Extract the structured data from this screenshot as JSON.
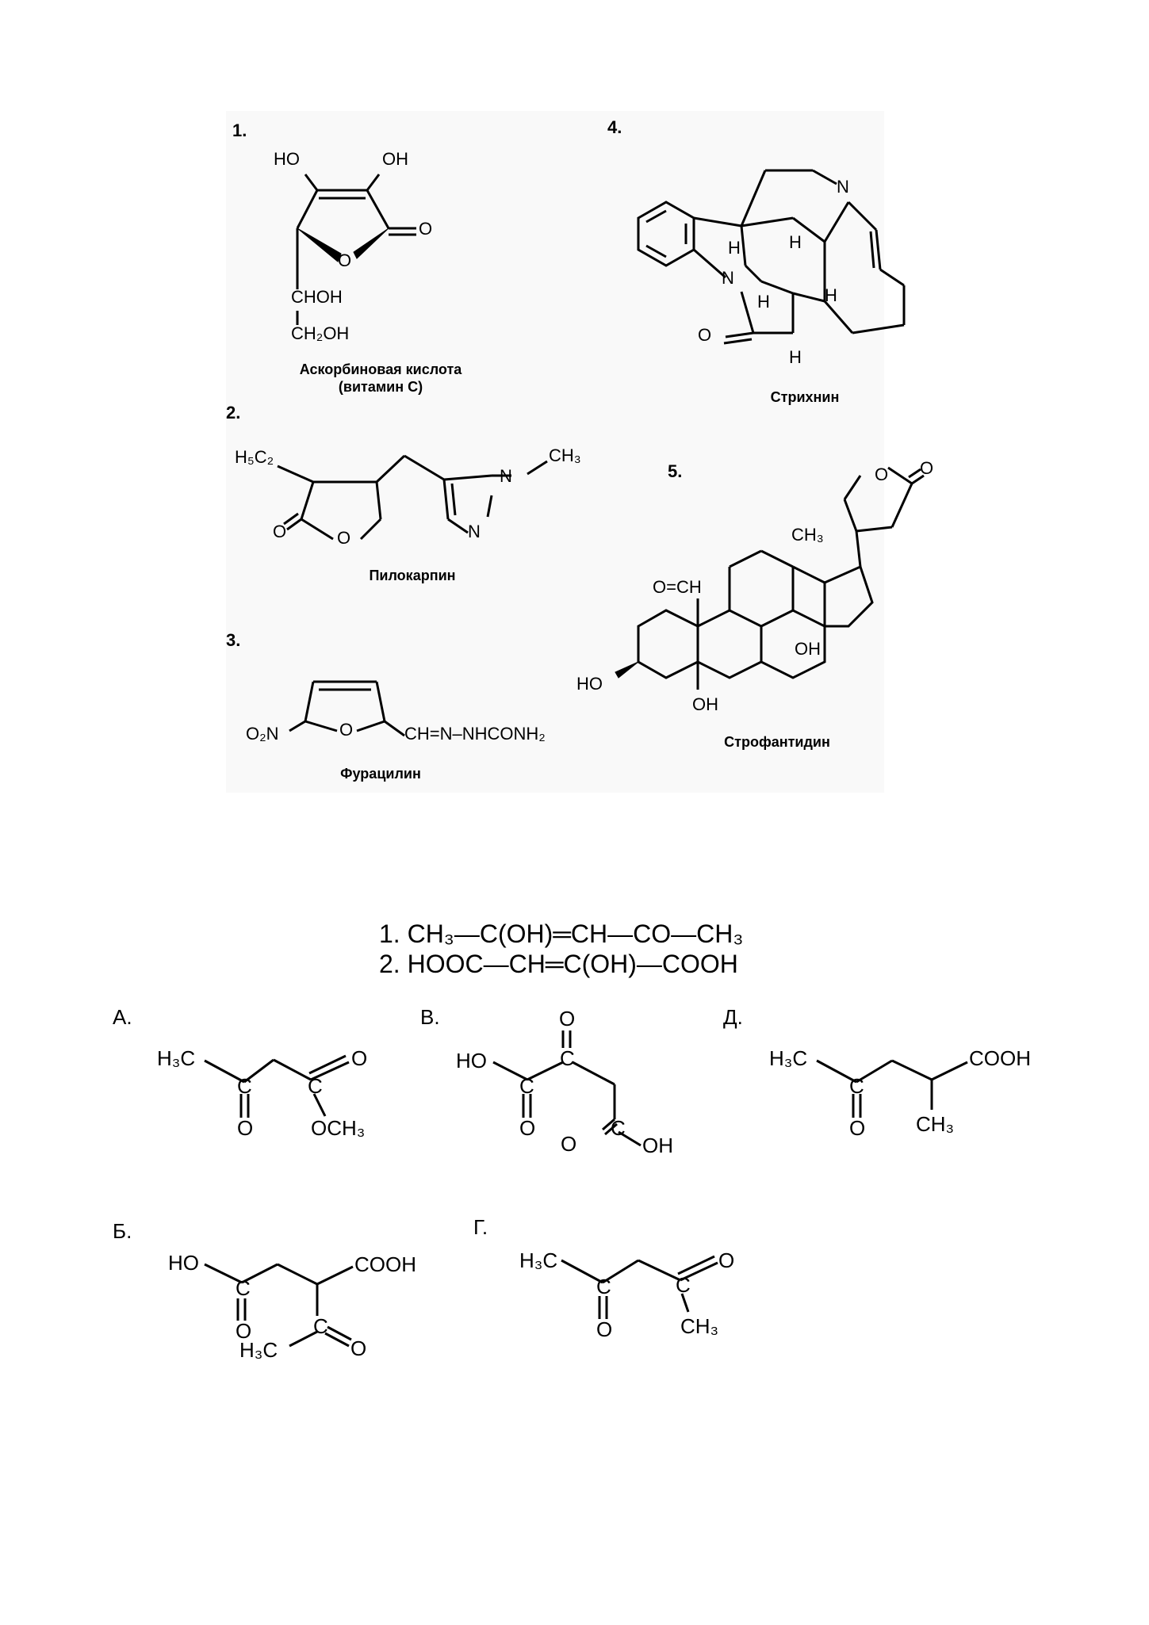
{
  "top_figure": {
    "structures": [
      {
        "number": "1.",
        "name": "Аскорбиновая кислота",
        "subname": "(витамин С)",
        "atoms": [
          "HO",
          "OH",
          "O",
          "O",
          "CHOH",
          "CH₂OH"
        ]
      },
      {
        "number": "2.",
        "name": "Пилокарпин",
        "atoms": [
          "H₅C₂",
          "CH₃",
          "N",
          "N",
          "O",
          "O"
        ]
      },
      {
        "number": "3.",
        "name": "Фурацилин",
        "atoms": [
          "O₂N",
          "O",
          "CH=N–NHCONH₂"
        ]
      },
      {
        "number": "4.",
        "name": "Стрихнин",
        "atoms": [
          "N",
          "N",
          "O",
          "H",
          "H",
          "H",
          "H",
          "H"
        ]
      },
      {
        "number": "5.",
        "name": "Строфантидин",
        "atoms": [
          "O",
          "O",
          "CH₃",
          "O=CH",
          "OH",
          "HO",
          "OH"
        ]
      }
    ]
  },
  "formula_lines": [
    {
      "number": "1.",
      "text": "CH₃—C(OH)═CH—CO—CH₃"
    },
    {
      "number": "2.",
      "text": "HOOC—CH═C(OH)—COOH"
    }
  ],
  "options": [
    {
      "letter": "А.",
      "atoms": [
        "H₃C",
        "C",
        "O",
        "C",
        "O",
        "OCH₃"
      ]
    },
    {
      "letter": "В.",
      "atoms": [
        "O",
        "HO",
        "C",
        "C",
        "O",
        "C",
        "O",
        "OH"
      ]
    },
    {
      "letter": "Д.",
      "atoms": [
        "H₃C",
        "C",
        "O",
        "COOH",
        "CH₃"
      ]
    },
    {
      "letter": "Б.",
      "atoms": [
        "HO",
        "C",
        "O",
        "COOH",
        "C",
        "H₃C",
        "O"
      ]
    },
    {
      "letter": "Г.",
      "atoms": [
        "H₃C",
        "C",
        "O",
        "C",
        "O",
        "CH₃"
      ]
    }
  ]
}
